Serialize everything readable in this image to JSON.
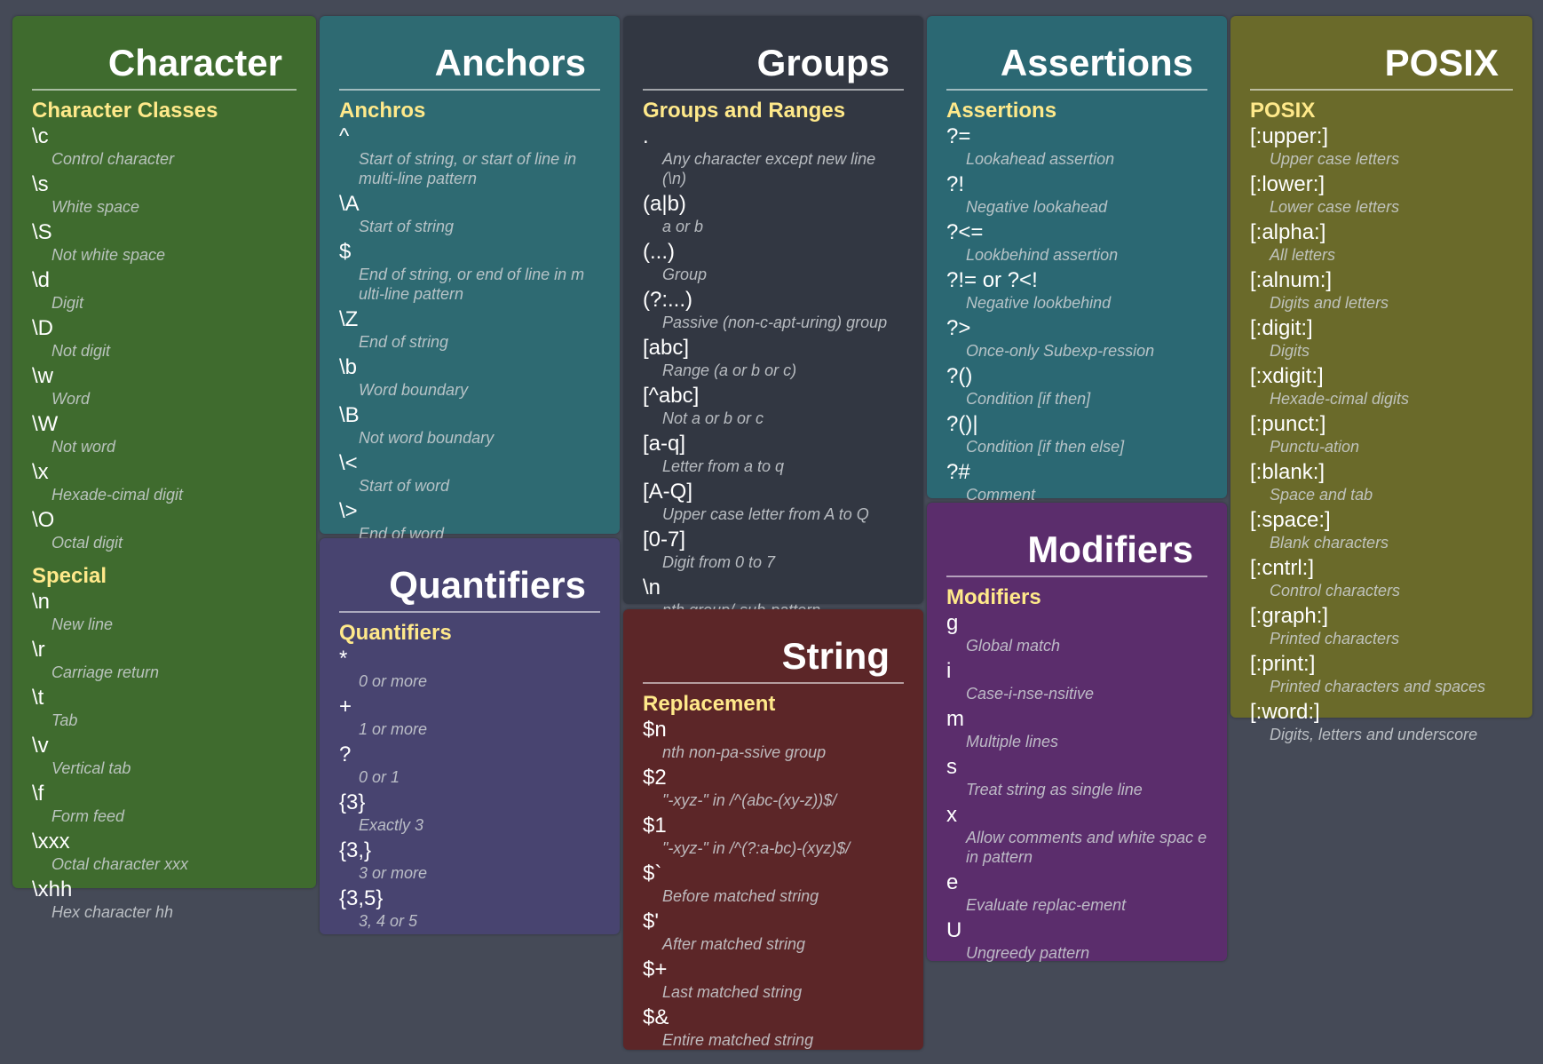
{
  "colors": {
    "background": "#454a57",
    "section_title": "#ffe98a",
    "character": "#3f6b2e",
    "anchors": "#2e6a72",
    "quantifiers": "#484470",
    "groups": "#323742",
    "string": "#5c2628",
    "assertions": "#2b6873",
    "modifiers": "#5b2d6c",
    "posix": "#6a6a2a"
  },
  "cards": {
    "character": {
      "title": "Character",
      "sections": [
        {
          "title": "Character Classes",
          "items": [
            {
              "key": "\\c",
              "desc": "Control character"
            },
            {
              "key": "\\s",
              "desc": "White space"
            },
            {
              "key": "\\S",
              "desc": "Not white space"
            },
            {
              "key": "\\d",
              "desc": "Digit"
            },
            {
              "key": "\\D",
              "desc": "Not digit"
            },
            {
              "key": "\\w",
              "desc": "Word"
            },
            {
              "key": "\\W",
              "desc": "Not word"
            },
            {
              "key": "\\x",
              "desc": "Hexade-cimal digit"
            },
            {
              "key": "\\O",
              "desc": "Octal digit"
            }
          ]
        },
        {
          "title": "Special",
          "items": [
            {
              "key": "\\n",
              "desc": "New line"
            },
            {
              "key": "\\r",
              "desc": "Carriage return"
            },
            {
              "key": "\\t",
              "desc": "Tab"
            },
            {
              "key": "\\v",
              "desc": "Vertical tab"
            },
            {
              "key": "\\f",
              "desc": "Form feed"
            },
            {
              "key": "\\xxx",
              "desc": "Octal character xxx"
            },
            {
              "key": "\\xhh",
              "desc": "Hex character hh"
            }
          ]
        }
      ]
    },
    "anchors": {
      "title": "Anchors",
      "sections": [
        {
          "title": "Anchros",
          "items": [
            {
              "key": "^",
              "desc": "Start of string, or start of line in multi-line pattern"
            },
            {
              "key": "\\A",
              "desc": "Start of string"
            },
            {
              "key": "$",
              "desc": "End of string, or end of line in m ulti-line pattern"
            },
            {
              "key": "\\Z",
              "desc": "End of string"
            },
            {
              "key": "\\b",
              "desc": "Word boundary"
            },
            {
              "key": "\\B",
              "desc": "Not word boundary"
            },
            {
              "key": "\\<",
              "desc": "Start of word"
            },
            {
              "key": "\\>",
              "desc": "End of word"
            }
          ]
        }
      ]
    },
    "quantifiers": {
      "title": "Quantifiers",
      "sections": [
        {
          "title": "Quantifiers",
          "items": [
            {
              "key": "*",
              "desc": "0 or more"
            },
            {
              "key": "+",
              "desc": "1 or more"
            },
            {
              "key": "?",
              "desc": "0 or 1"
            },
            {
              "key": "{3}",
              "desc": "Exactly 3"
            },
            {
              "key": "{3,}",
              "desc": "3 or more"
            },
            {
              "key": "{3,5}",
              "desc": "3, 4 or 5"
            }
          ]
        }
      ]
    },
    "groups": {
      "title": "Groups",
      "sections": [
        {
          "title": "Groups and Ranges",
          "items": [
            {
              "key": ".",
              "desc": "Any character except new line (\\n)"
            },
            {
              "key": "(a|b)",
              "desc": "a or b"
            },
            {
              "key": "(...)",
              "desc": "Group"
            },
            {
              "key": "(?:...)",
              "desc": "Passive (non-c-apt-uring) group"
            },
            {
              "key": "[abc]",
              "desc": "Range (a or b or c)"
            },
            {
              "key": "[^abc]",
              "desc": "Not a or b or c"
            },
            {
              "key": "[a-q]",
              "desc": "Letter from a to q"
            },
            {
              "key": "[A-Q]",
              "desc": "Upper case letter from A to Q"
            },
            {
              "key": "[0-7]",
              "desc": "Digit from 0 to 7"
            },
            {
              "key": "\\n",
              "desc": "nth group/-sub-pattern"
            }
          ]
        }
      ]
    },
    "string": {
      "title": "String",
      "sections": [
        {
          "title": "Replacement",
          "items": [
            {
              "key": "$n",
              "desc": "nth non-pa-ssive group"
            },
            {
              "key": "$2",
              "desc": "\"-xyz-\" in /^(abc-(xy-z))$/"
            },
            {
              "key": "$1",
              "desc": "\"-xyz-\" in /^(?:a-bc)-(xyz)$/"
            },
            {
              "key": "$`",
              "desc": "Before matched string"
            },
            {
              "key": "$'",
              "desc": "After matched string"
            },
            {
              "key": "$+",
              "desc": "Last matched string"
            },
            {
              "key": "$&",
              "desc": "Entire matched string"
            }
          ]
        }
      ]
    },
    "assertions": {
      "title": "Assertions",
      "sections": [
        {
          "title": "Assertions",
          "items": [
            {
              "key": "?=",
              "desc": "Lookahead assertion"
            },
            {
              "key": "?!",
              "desc": "Negative lookahead"
            },
            {
              "key": "?<=",
              "desc": "Lookbehind assertion"
            },
            {
              "key": "?!= or ?<!",
              "desc": "Negative lookbehind"
            },
            {
              "key": "?>",
              "desc": "Once-only Subexp-ression"
            },
            {
              "key": "?()",
              "desc": "Condition [if then]"
            },
            {
              "key": "?()|",
              "desc": "Condition [if then else]"
            },
            {
              "key": "?#",
              "desc": "Comment"
            }
          ]
        }
      ]
    },
    "modifiers": {
      "title": "Modifiers",
      "sections": [
        {
          "title": "Modifiers",
          "items": [
            {
              "key": "g",
              "desc": "Global match"
            },
            {
              "key": "i",
              "desc": "Case-i-nse-nsitive"
            },
            {
              "key": "m",
              "desc": "Multiple lines"
            },
            {
              "key": "s",
              "desc": "Treat string as single line"
            },
            {
              "key": "x",
              "desc": "Allow comments and white spac e in pattern"
            },
            {
              "key": "e",
              "desc": "Evaluate replac-ement"
            },
            {
              "key": "U",
              "desc": "Ungreedy pattern"
            }
          ]
        }
      ]
    },
    "posix": {
      "title": "POSIX",
      "sections": [
        {
          "title": "POSIX",
          "items": [
            {
              "key": "[:upper:]",
              "desc": "Upper case letters"
            },
            {
              "key": "[:lower:]",
              "desc": "Lower case letters"
            },
            {
              "key": "[:alpha:]",
              "desc": "All letters"
            },
            {
              "key": "[:alnum:]",
              "desc": "Digits and letters"
            },
            {
              "key": "[:digit:]",
              "desc": "Digits"
            },
            {
              "key": "[:xdigit:]",
              "desc": "Hexade-cimal digits"
            },
            {
              "key": "[:punct:]",
              "desc": "Punctu-ation"
            },
            {
              "key": "[:blank:]",
              "desc": "Space and tab"
            },
            {
              "key": "[:space:]",
              "desc": "Blank characters"
            },
            {
              "key": "[:cntrl:]",
              "desc": "Control characters"
            },
            {
              "key": "[:graph:]",
              "desc": "Printed characters"
            },
            {
              "key": "[:print:]",
              "desc": "Printed characters and spaces"
            },
            {
              "key": "[:word:]",
              "desc": "Digits, letters and underscore"
            }
          ]
        }
      ]
    }
  }
}
